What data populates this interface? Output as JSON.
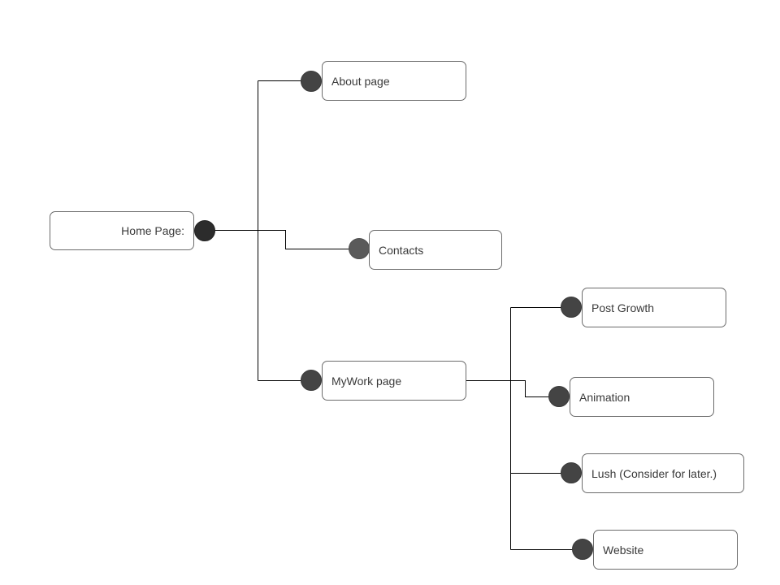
{
  "diagram": {
    "nodes": {
      "home": "Home Page:",
      "about": "About page",
      "contacts": "Contacts",
      "mywork": "MyWork page",
      "post_growth": "Post Growth",
      "animation": "Animation",
      "lush": "Lush (Consider for later.)",
      "website": "Website"
    },
    "colors": {
      "line": "#000000",
      "node_border": "#6b6b6b",
      "connector_dark": "#2c2c2c",
      "connector": "#444444",
      "connector_light": "#5a5a5a",
      "text": "#3a3a3a"
    }
  }
}
